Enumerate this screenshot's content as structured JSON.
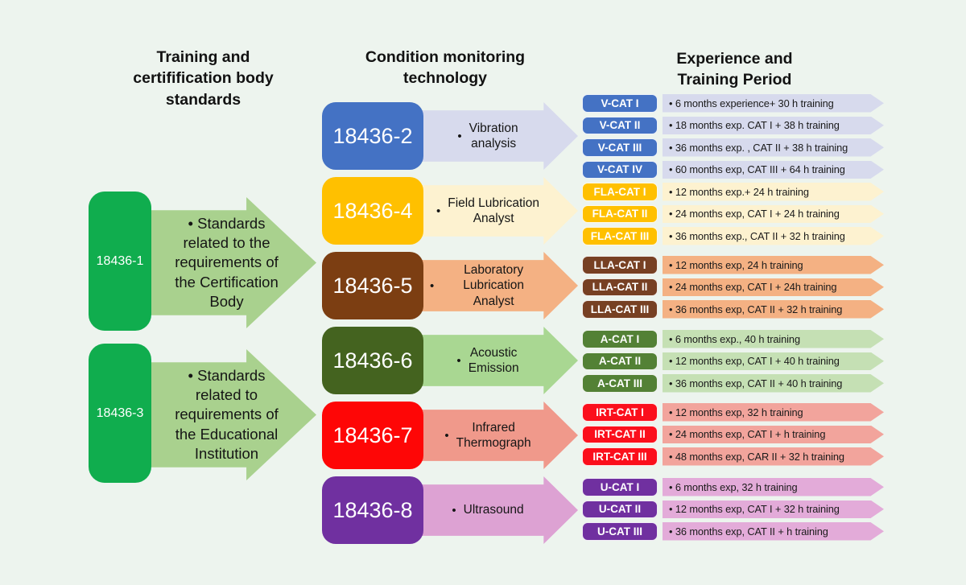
{
  "bullet": "•",
  "background_color": "#edf4ee",
  "headers": {
    "col1": "Training and\ncertifification body\nstandards",
    "col2": "Condition monitoring\ntechnology",
    "col3": "Experience and\nTraining Period"
  },
  "standards": [
    {
      "id": "18436-1",
      "description": "• Standards\nrelated to the\nrequirements of\nthe Certification\nBody",
      "box_color": "#10ad4e",
      "arrow_color": "#a9d18e"
    },
    {
      "id": "18436-3",
      "description": "• Standards\nrelated to\nrequirements of\nthe Educational\nInstitution",
      "box_color": "#10ad4e",
      "arrow_color": "#a9d18e"
    }
  ],
  "technologies": [
    {
      "id": "18436-2",
      "label": "Vibration\nanalysis",
      "box_color": "#4472c4",
      "arrow_color": "#d7daed"
    },
    {
      "id": "18436-4",
      "label": "Field Lubrication\nAnalyst",
      "box_color": "#ffc000",
      "arrow_color": "#fdf2d0"
    },
    {
      "id": "18436-5",
      "label": "Laboratory\nLubrication Analyst",
      "box_color": "#7c3e12",
      "arrow_color": "#f4b183"
    },
    {
      "id": "18436-6",
      "label": "Acoustic\nEmission",
      "box_color": "#44631f",
      "arrow_color": "#a9d792"
    },
    {
      "id": "18436-7",
      "label": "Infrared\nThermograph",
      "box_color": "#fe0606",
      "arrow_color": "#f0998b"
    },
    {
      "id": "18436-8",
      "label": "Ultrasound",
      "box_color": "#7030a0",
      "arrow_color": "#dda2d3"
    }
  ],
  "cert_groups": [
    {
      "name": "vibration",
      "badge_color": "#4472c4",
      "arrow_color": "#d7daed",
      "rows": [
        {
          "badge": "V-CAT I",
          "text": "• 6 months experience+ 30 h training"
        },
        {
          "badge": "V-CAT II",
          "text": "• 18 months exp. CAT I + 38 h training"
        },
        {
          "badge": "V-CAT III",
          "text": "• 36 months exp. , CAT II + 38 h training"
        },
        {
          "badge": "V-CAT IV",
          "text": "• 60 months exp, CAT III + 64 h training"
        }
      ]
    },
    {
      "name": "field-lubrication",
      "badge_color": "#ffc000",
      "arrow_color": "#fdf2d0",
      "rows": [
        {
          "badge": "FLA-CAT I",
          "text": "• 12 months exp.+ 24 h training"
        },
        {
          "badge": "FLA-CAT II",
          "text": "• 24 months exp, CAT I + 24 h training"
        },
        {
          "badge": "FLA-CAT III",
          "text": "• 36 months exp., CAT II + 32 h training"
        }
      ]
    },
    {
      "name": "laboratory-lubrication",
      "badge_color": "#774023",
      "arrow_color": "#f4b183",
      "rows": [
        {
          "badge": "LLA-CAT I",
          "text": "• 12 months exp, 24 h training"
        },
        {
          "badge": "LLA-CAT II",
          "text": "• 24 months exp, CAT I + 24h training"
        },
        {
          "badge": "LLA-CAT III",
          "text": "• 36 months exp, CAT II + 32 h training"
        }
      ]
    },
    {
      "name": "acoustic-emission",
      "badge_color": "#538135",
      "arrow_color": "#c5e0b4",
      "rows": [
        {
          "badge": "A-CAT I",
          "text": "• 6 months exp., 40 h training"
        },
        {
          "badge": "A-CAT II",
          "text": "• 12 months exp, CAT I + 40 h training"
        },
        {
          "badge": "A-CAT III",
          "text": "• 36  months exp, CAT II + 40 h training"
        }
      ]
    },
    {
      "name": "infrared-thermograph",
      "badge_color": "#fb0f1c",
      "arrow_color": "#f2a49c",
      "rows": [
        {
          "badge": "IRT-CAT I",
          "text": "• 12 months exp, 32 h training"
        },
        {
          "badge": "IRT-CAT II",
          "text": "• 24 months exp, CAT I + h training"
        },
        {
          "badge": "IRT-CAT III",
          "text": "• 48 months exp, CAR II + 32 h training"
        }
      ]
    },
    {
      "name": "ultrasound",
      "badge_color": "#7030a0",
      "arrow_color": "#e3abd9",
      "rows": [
        {
          "badge": "U-CAT I",
          "text": "• 6 months exp, 32 h training"
        },
        {
          "badge": "U-CAT II",
          "text": "• 12 months exp, CAT I + 32 h training"
        },
        {
          "badge": "U-CAT III",
          "text": "• 36 months exp, CAT II + h training"
        }
      ]
    }
  ]
}
